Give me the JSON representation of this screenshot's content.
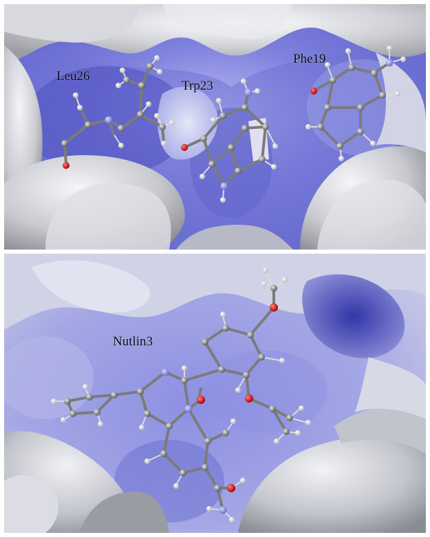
{
  "top_panel": {
    "labels": {
      "leu26": "Leu26",
      "trp23": "Trp23",
      "phe19": "Phe19"
    }
  },
  "bottom_panel": {
    "labels": {
      "nutlin3": "Nutlin3"
    }
  },
  "colors": {
    "surface_gray": "#c9cbd1",
    "surface_light": "#eef0f6",
    "pocket_blue": "#6f73d6",
    "pocket_deep": "#3c3fae",
    "bond": "#7a7a7a",
    "carbon": "#808080",
    "hydrogen": "#f2f2f2",
    "nitrogen": "#8f96d8",
    "oxygen": "#e00000"
  }
}
